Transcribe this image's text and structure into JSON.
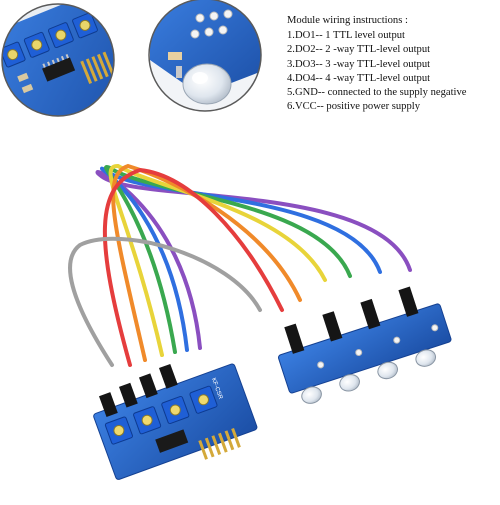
{
  "instructions": {
    "heading": "Module wiring instructions :",
    "lines": [
      "1.DO1-- 1 TTL level output",
      "2.DO2-- 2 -way TTL-level output",
      "3.DO3-- 3 -way TTL-level output",
      "4.DO4-- 4 -way TTL-level output",
      "5.GND-- connected to the supply negative",
      "6.VCC-- positive power supply"
    ]
  },
  "board_marking": "KF-CSR",
  "colors": {
    "pcb_blue": "#2f6fd0",
    "pcb_blue_dark": "#1c4fa6",
    "potentiometer_blue": "#1f5fd6",
    "connector_black": "#151515",
    "wire_colors": [
      "#e53d3d",
      "#f08a2a",
      "#e8d43a",
      "#3aa84f",
      "#2f6fe0",
      "#8a4fc0",
      "#a0a0a0"
    ]
  }
}
